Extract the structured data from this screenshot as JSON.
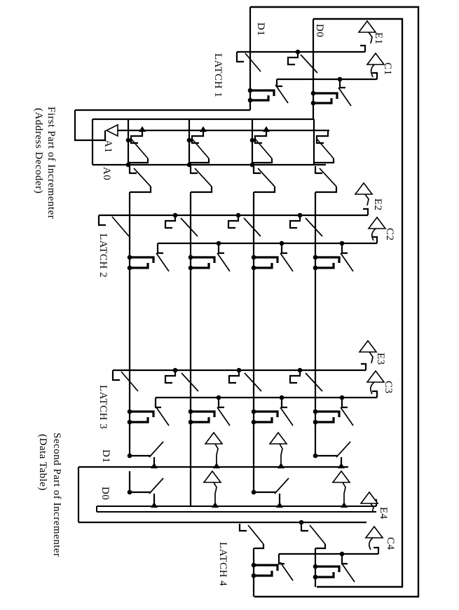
{
  "diagram": {
    "type": "schematic",
    "description": "Two-bit latch / incrementer NMOS pass-transistor schematic, drawn landscape and rotated 90 degrees clockwise on the page",
    "colors": {
      "ink": "#000000",
      "background": "#ffffff"
    },
    "labels": {
      "d1_top": "D1",
      "d0_top": "D0",
      "e1": "E1",
      "c1": "C1",
      "latch1": "LATCH 1",
      "a1": "A1",
      "a0": "A0",
      "e2": "E2",
      "c2": "C2",
      "latch2": "LATCH 2",
      "e3": "E3",
      "c3": "C3",
      "latch3": "LATCH 3",
      "d1_mid": "D1",
      "d0_mid": "D0",
      "e4": "E4",
      "c4": "C4",
      "latch4": "LATCH 4"
    },
    "captions": {
      "first_line1": "First Part of Incrementer",
      "first_line2": "(Address Decoder)",
      "second_line1": "Second Part of Incrementer",
      "second_line2": "(Data Table)"
    }
  }
}
